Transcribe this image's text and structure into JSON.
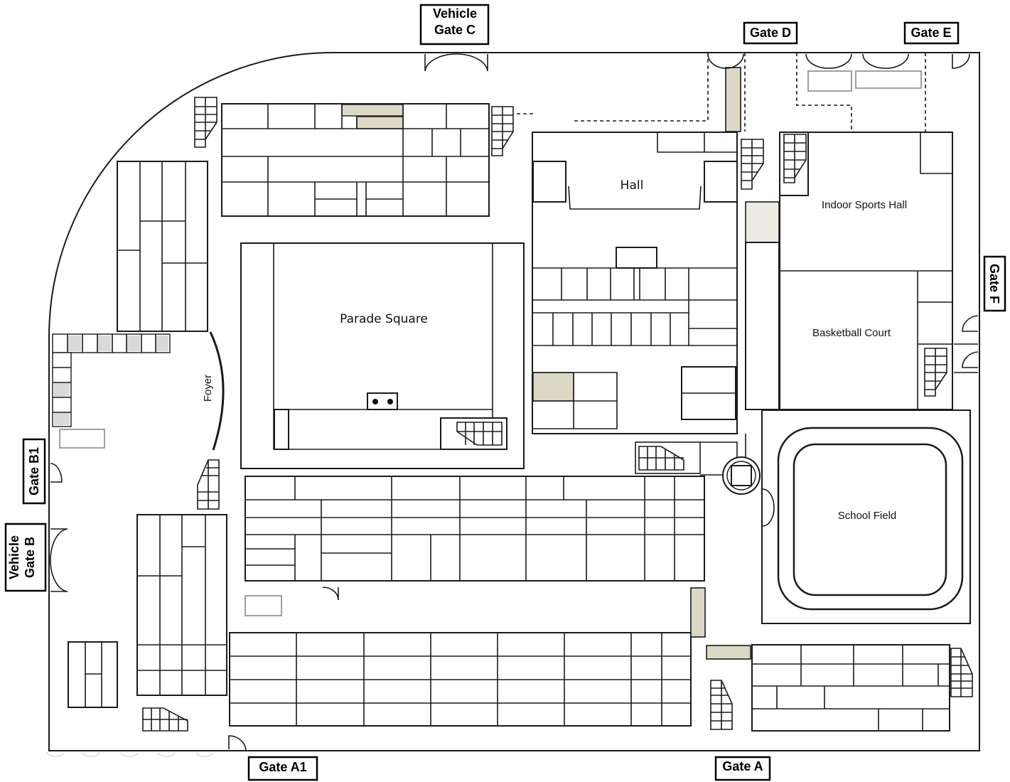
{
  "facilities": {
    "hall": "Hall",
    "parade_square": "Parade Square",
    "indoor_sports_hall": "Indoor Sports Hall",
    "basketball_court": "Basketball Court",
    "school_field": "School Field",
    "foyer": "Foyer"
  },
  "gates": {
    "vehicle_gate_c_line1": "Vehicle",
    "vehicle_gate_c_line2": "Gate C",
    "gate_d": "Gate D",
    "gate_e": "Gate E",
    "gate_f": "Gate F",
    "gate_b1": "Gate B1",
    "vehicle_gate_b_line1": "Vehicle",
    "vehicle_gate_b_line2": "Gate B",
    "gate_a1": "Gate A1",
    "gate_a": "Gate A"
  },
  "colors": {
    "highlight": "#ddd8c6",
    "grey_cell": "#d9d9d9",
    "outline": "#1a1a1a"
  }
}
